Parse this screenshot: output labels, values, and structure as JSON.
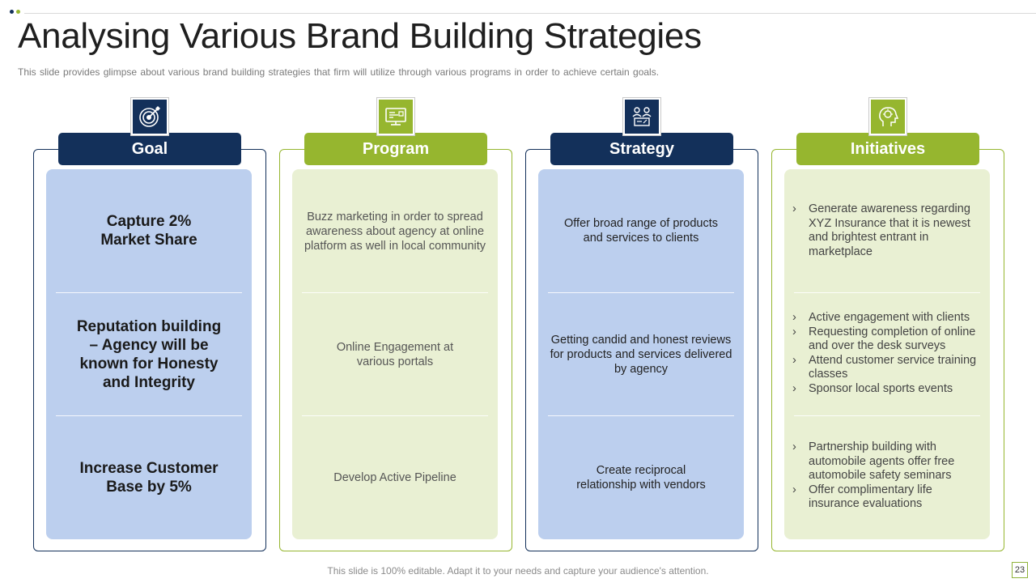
{
  "colors": {
    "navy": "#13305a",
    "green": "#96b62f",
    "blue_fill": "#bccfee",
    "green_fill": "#e9f0d3"
  },
  "slide": {
    "title": "Analysing Various Brand Building Strategies",
    "subtitle": "This slide provides  glimpse about various  brand  building strategies that firm will utilize through various  programs  in order to achieve  certain goals.",
    "footer": "This slide is 100% editable. Adapt it to your needs and capture your audience's attention.",
    "page_number": "23"
  },
  "columns": {
    "goal": {
      "header": "Goal",
      "icon": "target-icon",
      "cells": [
        "Capture 2% Market Share",
        "Reputation building – Agency will be known for Honesty and Integrity",
        "Increase Customer Base by 5%"
      ]
    },
    "program": {
      "header": "Program",
      "icon": "monitor-icon",
      "cells": [
        "Buzz marketing in order to spread awareness about agency at online platform as well in local community",
        "Online Engagement at various portals",
        "Develop Active Pipeline"
      ]
    },
    "strategy": {
      "header": "Strategy",
      "icon": "team-strategy-icon",
      "cells": [
        "Offer broad range of products and services to clients",
        "Getting candid and honest reviews for products and services delivered by agency",
        "Create reciprocal relationship with vendors"
      ]
    },
    "initiatives": {
      "header": "Initiatives",
      "icon": "head-idea-icon",
      "groups": [
        [
          "Generate awareness regarding XYZ Insurance that it is newest and brightest entrant in marketplace"
        ],
        [
          "Active engagement with clients",
          "Requesting completion of online and over the desk surveys",
          "Attend customer service training classes",
          "Sponsor local sports events"
        ],
        [
          "Partnership building with automobile agents offer free automobile safety seminars",
          "Offer complimentary life insurance evaluations"
        ]
      ]
    }
  }
}
